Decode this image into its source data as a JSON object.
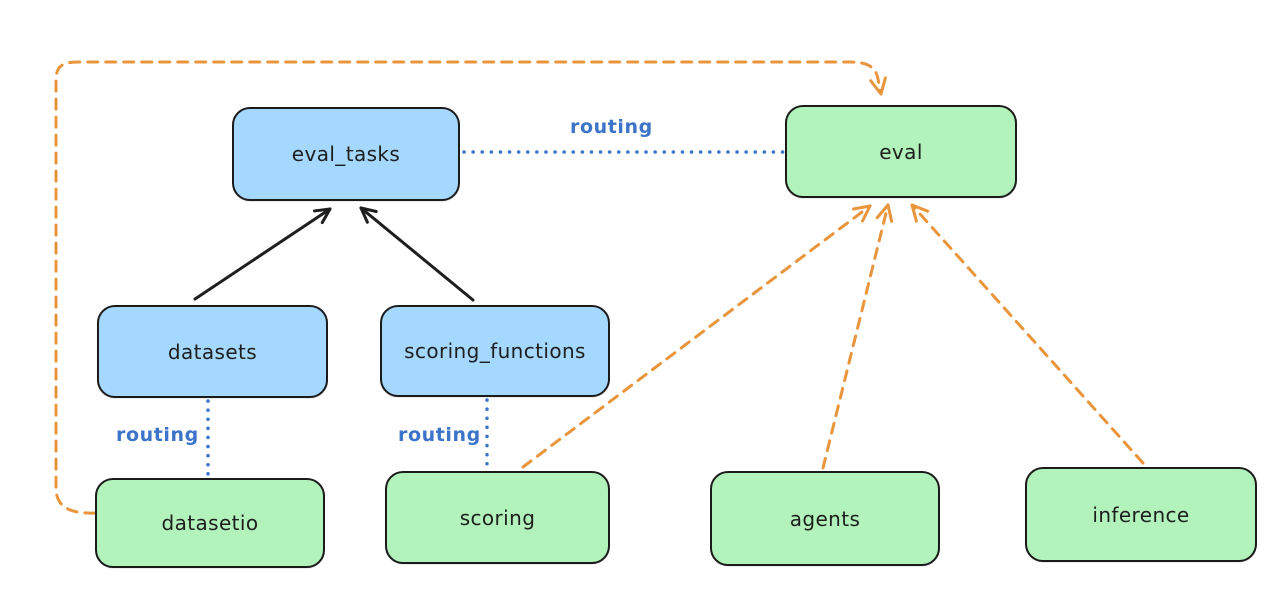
{
  "diagram": {
    "nodes": {
      "eval_tasks": {
        "label": "eval_tasks",
        "fill": "#a5d8ff"
      },
      "eval": {
        "label": "eval",
        "fill": "#b2f2bb"
      },
      "datasets": {
        "label": "datasets",
        "fill": "#a5d8ff"
      },
      "scoring_functions": {
        "label": "scoring_functions",
        "fill": "#a5d8ff"
      },
      "datasetio": {
        "label": "datasetio",
        "fill": "#b2f2bb"
      },
      "scoring": {
        "label": "scoring",
        "fill": "#b2f2bb"
      },
      "agents": {
        "label": "agents",
        "fill": "#b2f2bb"
      },
      "inference": {
        "label": "inference",
        "fill": "#b2f2bb"
      }
    },
    "edges": [
      {
        "from": "datasets",
        "to": "eval_tasks",
        "style": "solid-arrow",
        "color": "#1e1e1e"
      },
      {
        "from": "scoring_functions",
        "to": "eval_tasks",
        "style": "solid-arrow",
        "color": "#1e1e1e"
      },
      {
        "from": "eval_tasks",
        "to": "eval",
        "style": "dotted",
        "label": "routing",
        "color": "#3b74c8"
      },
      {
        "from": "datasets",
        "to": "datasetio",
        "style": "dotted",
        "label": "routing",
        "color": "#3b74c8"
      },
      {
        "from": "scoring_functions",
        "to": "scoring",
        "style": "dotted",
        "label": "routing",
        "color": "#3b74c8"
      },
      {
        "from": "datasetio",
        "to": "eval",
        "style": "dashed-arrow",
        "color": "#e8953c"
      },
      {
        "from": "scoring",
        "to": "eval",
        "style": "dashed-arrow",
        "color": "#e8953c"
      },
      {
        "from": "agents",
        "to": "eval",
        "style": "dashed-arrow",
        "color": "#e8953c"
      },
      {
        "from": "inference",
        "to": "eval",
        "style": "dashed-arrow",
        "color": "#e8953c"
      }
    ],
    "colors": {
      "node_blue_fill": "#a5d8ff",
      "node_green_fill": "#b2f2bb",
      "node_stroke": "#1b1b1b",
      "routing_blue": "#3b74c8",
      "dashed_orange": "#e8953c",
      "solid_black": "#1e1e1e",
      "background": "#ffffff"
    }
  }
}
